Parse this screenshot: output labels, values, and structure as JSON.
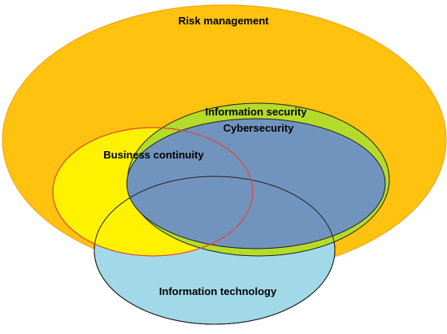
{
  "diagram": {
    "labels": {
      "risk_management": "Risk management",
      "information_security": "Information security",
      "cybersecurity": "Cybersecurity",
      "business_continuity": "Business continuity",
      "information_technology": "Information technology"
    },
    "colors": {
      "risk_management": "#FFC20E",
      "information_security": "#B5DB2A",
      "cybersecurity": "#7094BE",
      "business_continuity": "#FFF200",
      "information_technology": "#A2D9E8",
      "business_continuity_outline": "#E0453A"
    }
  }
}
